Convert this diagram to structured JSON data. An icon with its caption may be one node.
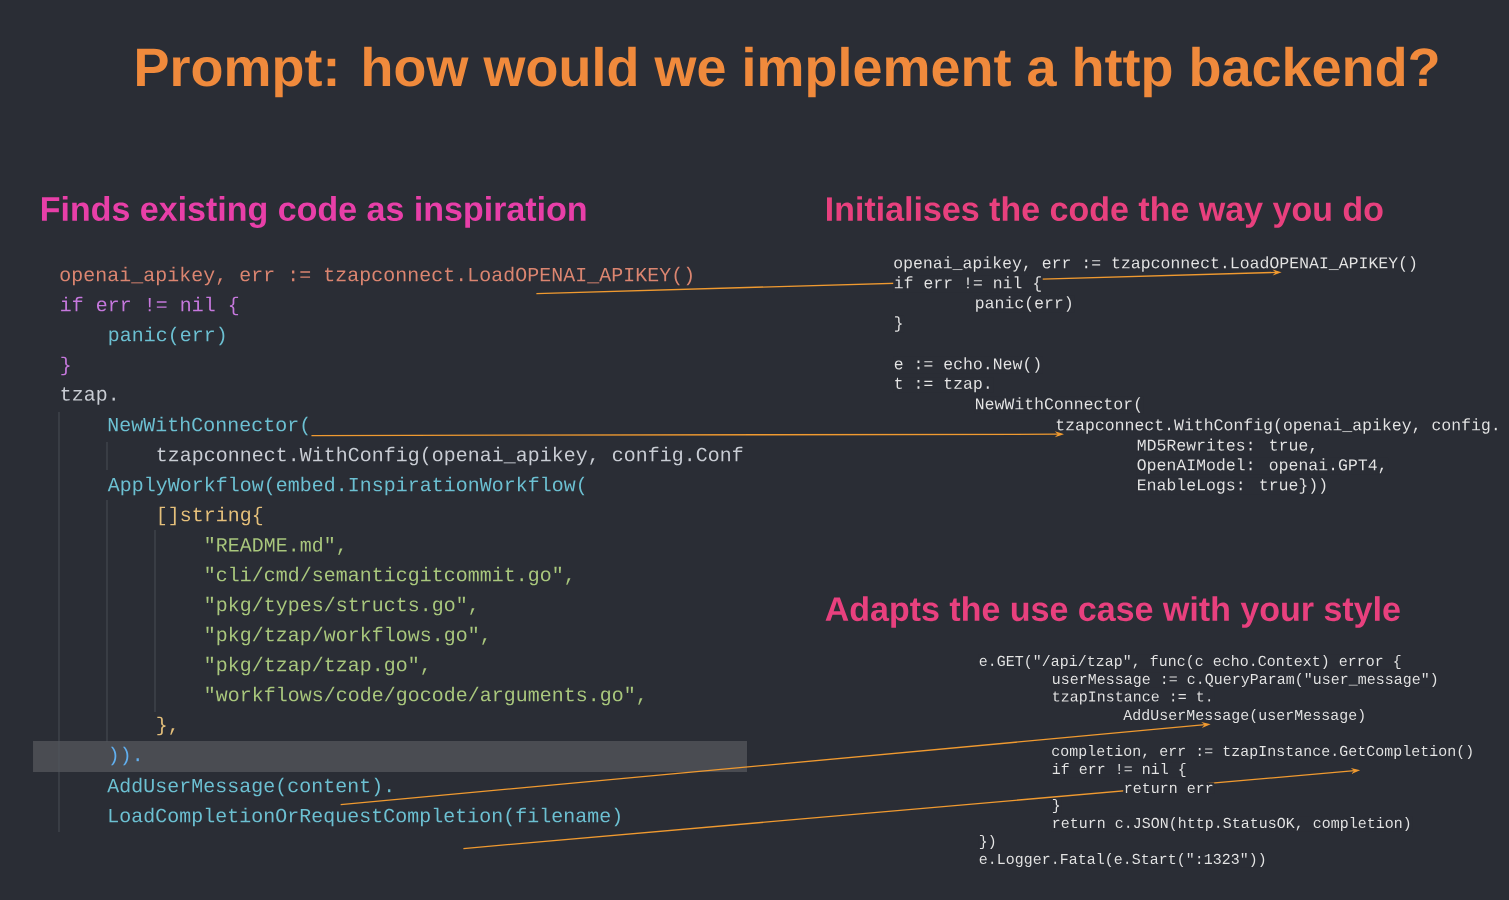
{
  "diagram": {
    "title": "Prompt: how would we implement a http backend?",
    "nodes": [
      {
        "text": [
          "openai_apikey, err := tzapconnect.LoadOPENAI_APIKEY()"
        ]
      },
      {
        "text": [
          "NewWithConnector("
        ]
      },
      {
        "text": [
          "AddUserMessage(content)."
        ]
      },
      {
        "text": [
          "LoadCompletionOrRequestCompletion(filename)"
        ]
      },
      {
        "text": [
          "openai_apikey, err := tzapconnect.LoadOPENAI_APIKEY()"
        ]
      },
      {
        "text": [
          "tzapconnect.WithConfig(openai_apikey, config."
        ]
      },
      {
        "text": [
          "AddUserMessage(userMessage)"
        ]
      },
      {
        "text": [
          "completion, err := tzapInstance.GetCompletion()"
        ]
      }
    ],
    "edges": [
      {
        "from": 0,
        "to": 4,
        "arrow": "to"
      },
      {
        "from": 1,
        "to": 5,
        "arrow": "to"
      },
      {
        "from": 2,
        "to": 6,
        "arrow": "to"
      },
      {
        "from": 3,
        "to": 7,
        "arrow": "to"
      }
    ],
    "labels": [
      "Finds existing code as inspiration",
      "Initialises the code the way you do",
      "if err != nil {",
      "panic(err)",
      "}",
      "tzap.",
      "tzapconnect.WithConfig(openai_apikey, config.Conf",
      "ApplyWorkflow(embed.InspirationWorkflow(",
      "[]string{",
      "\"README.md\",",
      "\"cli/cmd/semanticgitcommit.go\",",
      "\"pkg/types/structs.go\",",
      "\"pkg/tzap/workflows.go\",",
      "\"pkg/tzap/tzap.go\",",
      "\"workflows/code/gocode/arguments.go\",",
      "},",
      ")).",
      "if err != nil {",
      "panic(err)",
      "}",
      "e := echo.New()",
      "t := tzap.",
      "NewWithConnector(",
      "MD5Rewrites: true,",
      "OpenAIModel: openai.GPT4,",
      "EnableLogs:  true}))",
      "Adapts the use case with your style",
      "e.GET(\"/api/tzap\", func(c echo.Context) error {",
      "userMessage := c.QueryParam(\"user_message\")",
      "tzapInstance := t.",
      "if err != nil {",
      "return err",
      "}",
      "return c.JSON(http.StatusOK, completion)",
      "})",
      "e.Logger.Fatal(e.Start(\":1323\"))"
    ]
  }
}
